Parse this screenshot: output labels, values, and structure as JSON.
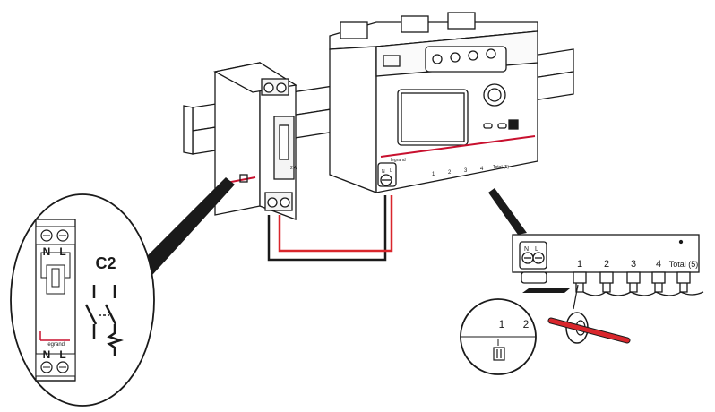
{
  "breaker": {
    "rating": "C2",
    "brand": "legrand",
    "term_n": "N",
    "term_l": "L",
    "term_n_bottom": "N",
    "term_l_bottom": "L",
    "small_rating": "2 A"
  },
  "meter": {
    "brand": "legrand",
    "input_n": "N",
    "input_l": "L",
    "ch1": "1",
    "ch2": "2",
    "ch3": "3",
    "ch4": "4",
    "total": "Total (5)"
  },
  "detail": {
    "input_n": "N",
    "input_l": "L",
    "ch1": "1",
    "ch2": "2",
    "ch3": "3",
    "ch4": "4",
    "total": "Total (5)"
  },
  "sensor_zoom": {
    "pin1": "1",
    "pin2": "2"
  },
  "colors": {
    "line": "#1a1a1a",
    "live_wire": "#d9262c",
    "neutral_wire": "#1a1a1a",
    "accent_red": "#c8102e"
  }
}
